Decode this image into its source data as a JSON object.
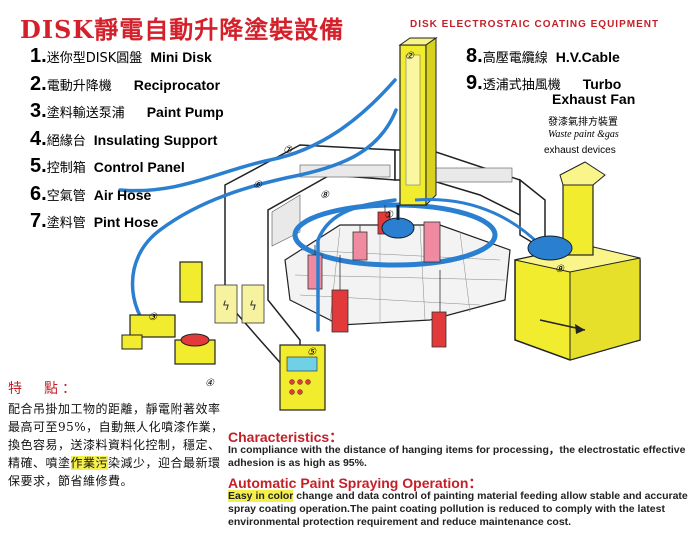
{
  "header": {
    "title": "DISK靜電自動升降塗裝設備",
    "subtitle": "DISK ELECTROSTAIC COATING EQUIPMENT"
  },
  "legend_left": [
    {
      "num": "1.",
      "zh": "迷你型DISK圓盤",
      "en": "Mini Disk"
    },
    {
      "num": "2.",
      "zh": "電動升降機",
      "en": "Reciprocator"
    },
    {
      "num": "3.",
      "zh": "塗料輸送泵浦",
      "en": "Paint Pump"
    },
    {
      "num": "4.",
      "zh": "絕緣台",
      "en": "Insulating Support"
    },
    {
      "num": "5.",
      "zh": "控制箱",
      "en": "Control Panel"
    },
    {
      "num": "6.",
      "zh": "空氣管",
      "en": "Air Hose"
    },
    {
      "num": "7.",
      "zh": "塗料管",
      "en": "Pint Hose"
    }
  ],
  "legend_right": [
    {
      "num": "8.",
      "zh": "高壓電纜線",
      "en": "H.V.Cable"
    },
    {
      "num": "9.",
      "zh": "透浦式抽風機",
      "en": "Turbo"
    }
  ],
  "legend_right_extra": {
    "en_line2": "Exhaust Fan",
    "zh_note": "發漆氣排方裝置",
    "en_note_1": "Waste paint &gas",
    "en_note_2": "exhaust devices"
  },
  "diagram_labels": [
    "①",
    "②",
    "③",
    "④",
    "⑤",
    "⑥",
    "⑦",
    "⑧",
    "⑨"
  ],
  "features": {
    "title": "特　點：",
    "text_before_highlight": "配合吊掛加工物的距離，靜電附著效率最高可至95%，自動無人化噴漆作業，換色容易，送漆料資料化控制，穩定、精確、噴塗",
    "text_highlight": "作業污",
    "text_after_highlight": "染減少，迎合最新環保要求，節省維修費。"
  },
  "characteristics": {
    "title": "Characteristics：",
    "text": "In compliance with the distance of hanging items  for processing，the  electrostatic effective  adhesion is  as high as 95%."
  },
  "automatic": {
    "title": "Automatic Paint Spraying Operation：",
    "text_highlight": "Easy in color",
    "text_rest": " change and data control of painting material feeding allow stable and accurate  spray coating operation.The paint  coating pollution is reduced to comply with the latest environmental protection requirement and reduce maintenance cost."
  },
  "colors": {
    "title_red": "#d4202a",
    "hose_blue": "#2a7fd0",
    "machine_yellow": "#f2ec2e",
    "part_pink": "#f08aa0",
    "part_red": "#e23a3a",
    "highlight": "#f4ef4a"
  }
}
